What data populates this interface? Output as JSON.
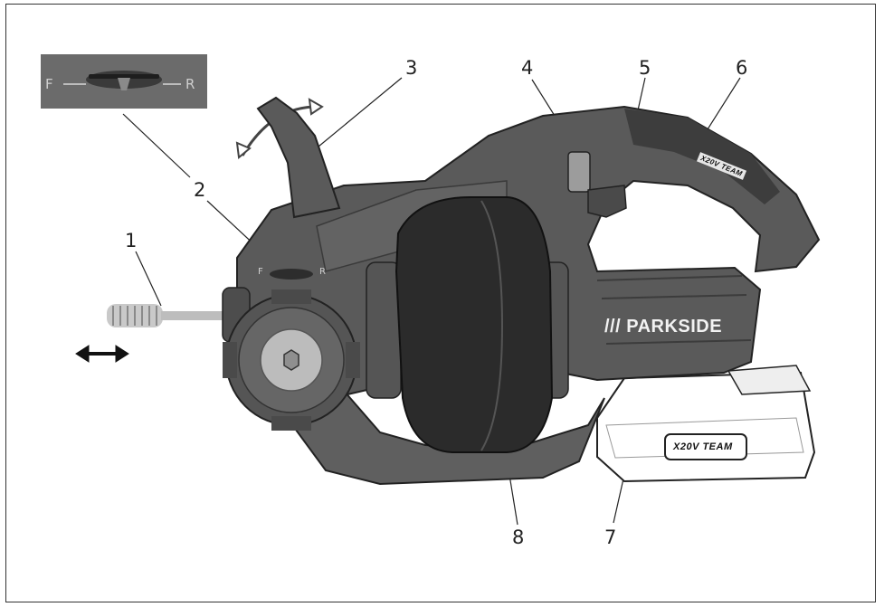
{
  "labels": {
    "l1": "1",
    "l2": "2",
    "l3": "3",
    "l4": "4",
    "l5": "5",
    "l6": "6",
    "l7": "7",
    "l8": "8"
  },
  "inset": {
    "left_letter": "F",
    "right_letter": "R"
  },
  "body_switch": {
    "left_letter": "F",
    "right_letter": "R"
  },
  "brand": "/// PARKSIDE",
  "battery_logo": "X20V TEAM",
  "handle_logo": "X20V TEAM",
  "colors": {
    "body": "#5a5a5a",
    "drum": "#2a2a2a",
    "outline": "#222222"
  }
}
